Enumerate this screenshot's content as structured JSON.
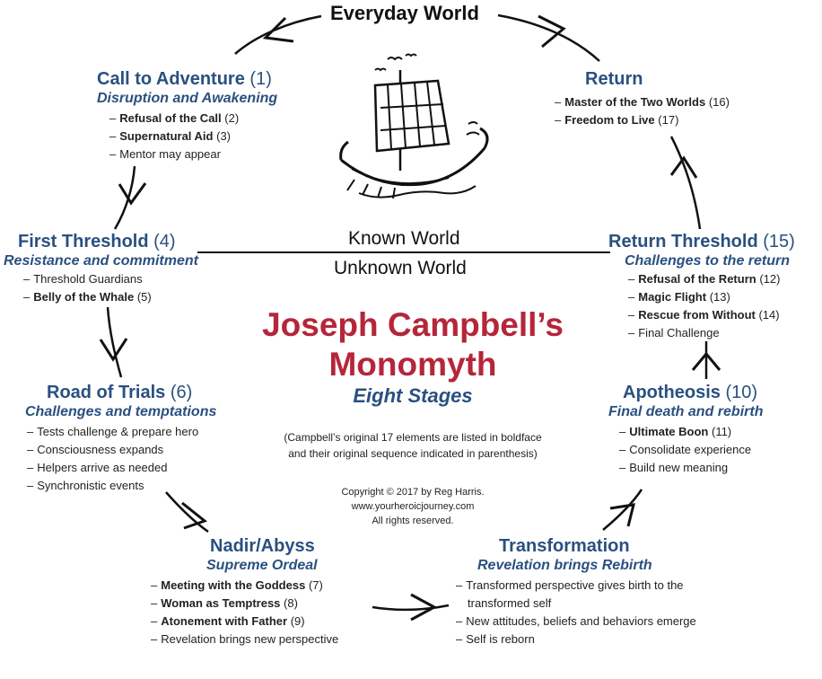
{
  "top": {
    "everyday_world": "Everyday World"
  },
  "divider": {
    "known": "Known World",
    "unknown": "Unknown World"
  },
  "center": {
    "title_line1": "Joseph Campbell’s",
    "title_line2": "Monomyth",
    "subtitle": "Eight Stages",
    "note_line1": "(Campbell’s original 17 elements are listed in boldface",
    "note_line2": "and their original sequence indicated in parenthesis)",
    "copyright_line1": "Copyright © 2017 by Reg Harris.",
    "copyright_line2": "www.yourheroicjourney.com",
    "copyright_line3": "All rights reserved."
  },
  "stages": {
    "call": {
      "title": "Call to Adventure",
      "num": "(1)",
      "subtitle": "Disruption and Awakening",
      "items": [
        {
          "label": "Refusal of the Call",
          "num": "(2)"
        },
        {
          "label": "Supernatural Aid",
          "num": "(3)"
        },
        {
          "label": "Mentor may appear",
          "num": ""
        }
      ]
    },
    "first_threshold": {
      "title": "First Threshold",
      "num": "(4)",
      "subtitle": "Resistance and commitment",
      "items": [
        {
          "label": "Threshold Guardians",
          "num": ""
        },
        {
          "label": "Belly of the Whale",
          "num": "(5)"
        }
      ]
    },
    "road": {
      "title": "Road of Trials",
      "num": "(6)",
      "subtitle": "Challenges and temptations",
      "items": [
        {
          "label": "Tests challenge & prepare hero",
          "num": ""
        },
        {
          "label": "Consciousness expands",
          "num": ""
        },
        {
          "label": "Helpers arrive as needed",
          "num": ""
        },
        {
          "label": "Synchronistic events",
          "num": ""
        }
      ]
    },
    "nadir": {
      "title": "Nadir/Abyss",
      "num": "",
      "subtitle": "Supreme Ordeal",
      "items": [
        {
          "label": "Meeting with the Goddess",
          "num": "(7)"
        },
        {
          "label": "Woman as Temptress",
          "num": "(8)"
        },
        {
          "label": "Atonement with Father",
          "num": "(9)"
        },
        {
          "label": "Revelation brings new perspective",
          "num": ""
        }
      ]
    },
    "transformation": {
      "title": "Transformation",
      "num": "",
      "subtitle": "Revelation brings Rebirth",
      "items": [
        {
          "label": "Transformed perspective gives birth to the",
          "num": ""
        },
        {
          "label": "transformed self",
          "num": ""
        },
        {
          "label": "New attitudes, beliefs and behaviors emerge",
          "num": ""
        },
        {
          "label": "Self is reborn",
          "num": ""
        }
      ]
    },
    "apotheosis": {
      "title": "Apotheosis",
      "num": "(10)",
      "subtitle": "Final death and rebirth",
      "items": [
        {
          "label": "Ultimate Boon",
          "num": "(11)"
        },
        {
          "label": "Consolidate experience",
          "num": ""
        },
        {
          "label": "Build new meaning",
          "num": ""
        }
      ]
    },
    "return_threshold": {
      "title": "Return Threshold",
      "num": "(15)",
      "subtitle": "Challenges to the return",
      "items": [
        {
          "label": "Refusal of the Return",
          "num": "(12)"
        },
        {
          "label": "Magic Flight",
          "num": "(13)"
        },
        {
          "label": "Rescue from Without",
          "num": "(14)"
        },
        {
          "label": "Final Challenge",
          "num": ""
        }
      ]
    },
    "return": {
      "title": "Return",
      "num": "",
      "subtitle": "",
      "items": [
        {
          "label": "Master of the Two Worlds",
          "num": "(16)"
        },
        {
          "label": "Freedom to Live",
          "num": "(17)"
        }
      ]
    }
  }
}
